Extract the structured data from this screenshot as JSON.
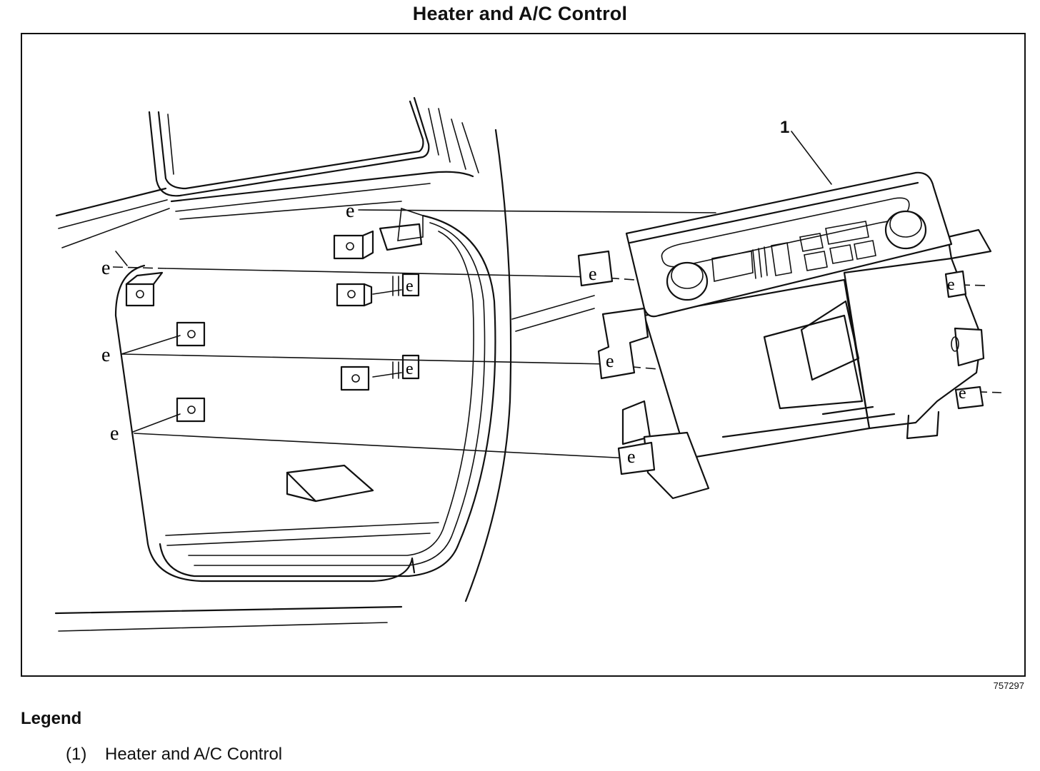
{
  "title": "Heater and A/C Control",
  "callouts": [
    {
      "label": "1"
    }
  ],
  "figure_id": "757297",
  "legend": {
    "heading": "Legend",
    "items": [
      {
        "number": "(1)",
        "text": "Heater and A/C Control"
      }
    ]
  },
  "icons": {
    "fastener": "clip-icon",
    "nut": "nut-icon"
  }
}
